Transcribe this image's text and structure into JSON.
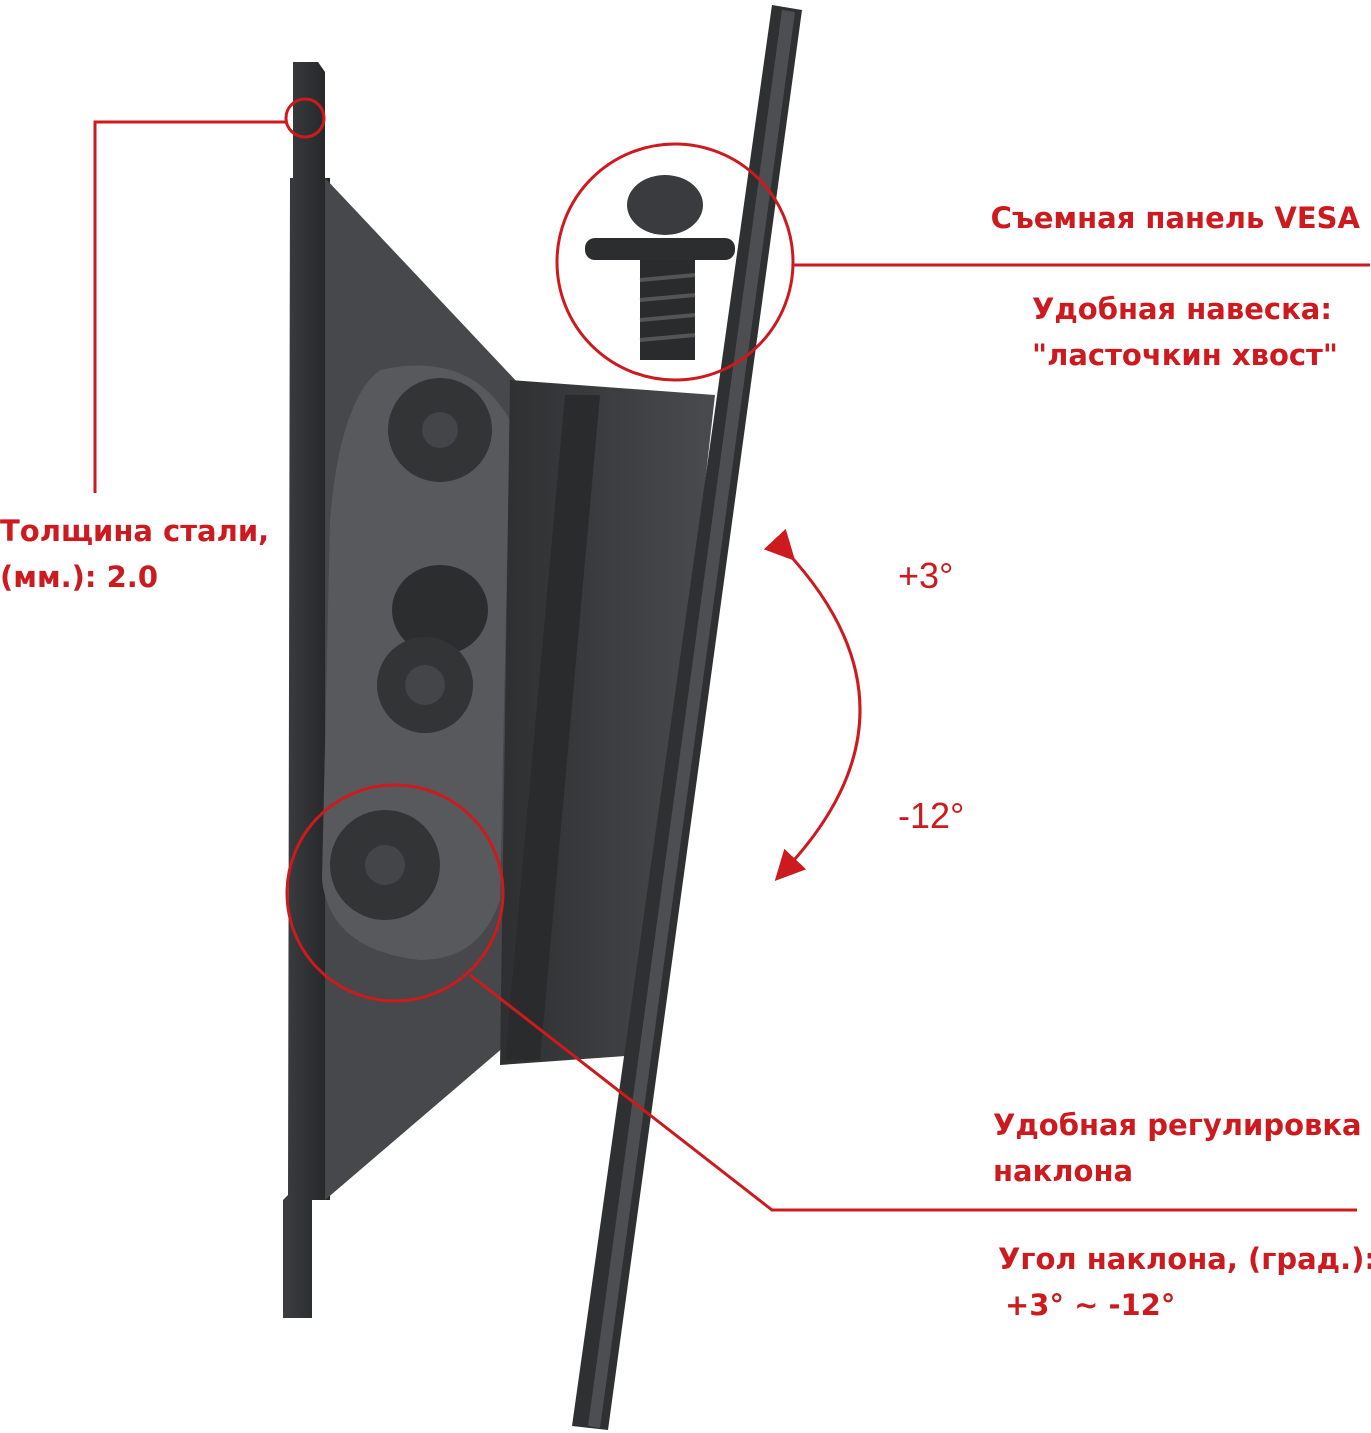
{
  "colors": {
    "accent": "#cc1a1f",
    "metal": "#3a3b3d"
  },
  "labels": {
    "steel_thickness_line1": "Толщина стали,",
    "steel_thickness_line2": "(мм.): 2.0",
    "vesa_panel": "Съемная панель VESA",
    "mount_line1": "Удобная навеска:",
    "mount_line2": "\"ласточкин хвост\"",
    "tilt_adjust_line1": "Удобная регулировка",
    "tilt_adjust_line2": "наклона",
    "tilt_angle_line1": "Угол наклона, (град.):",
    "tilt_angle_line2": "+3° ~ -12°",
    "tilt_up": "+3°",
    "tilt_down": "-12°"
  }
}
